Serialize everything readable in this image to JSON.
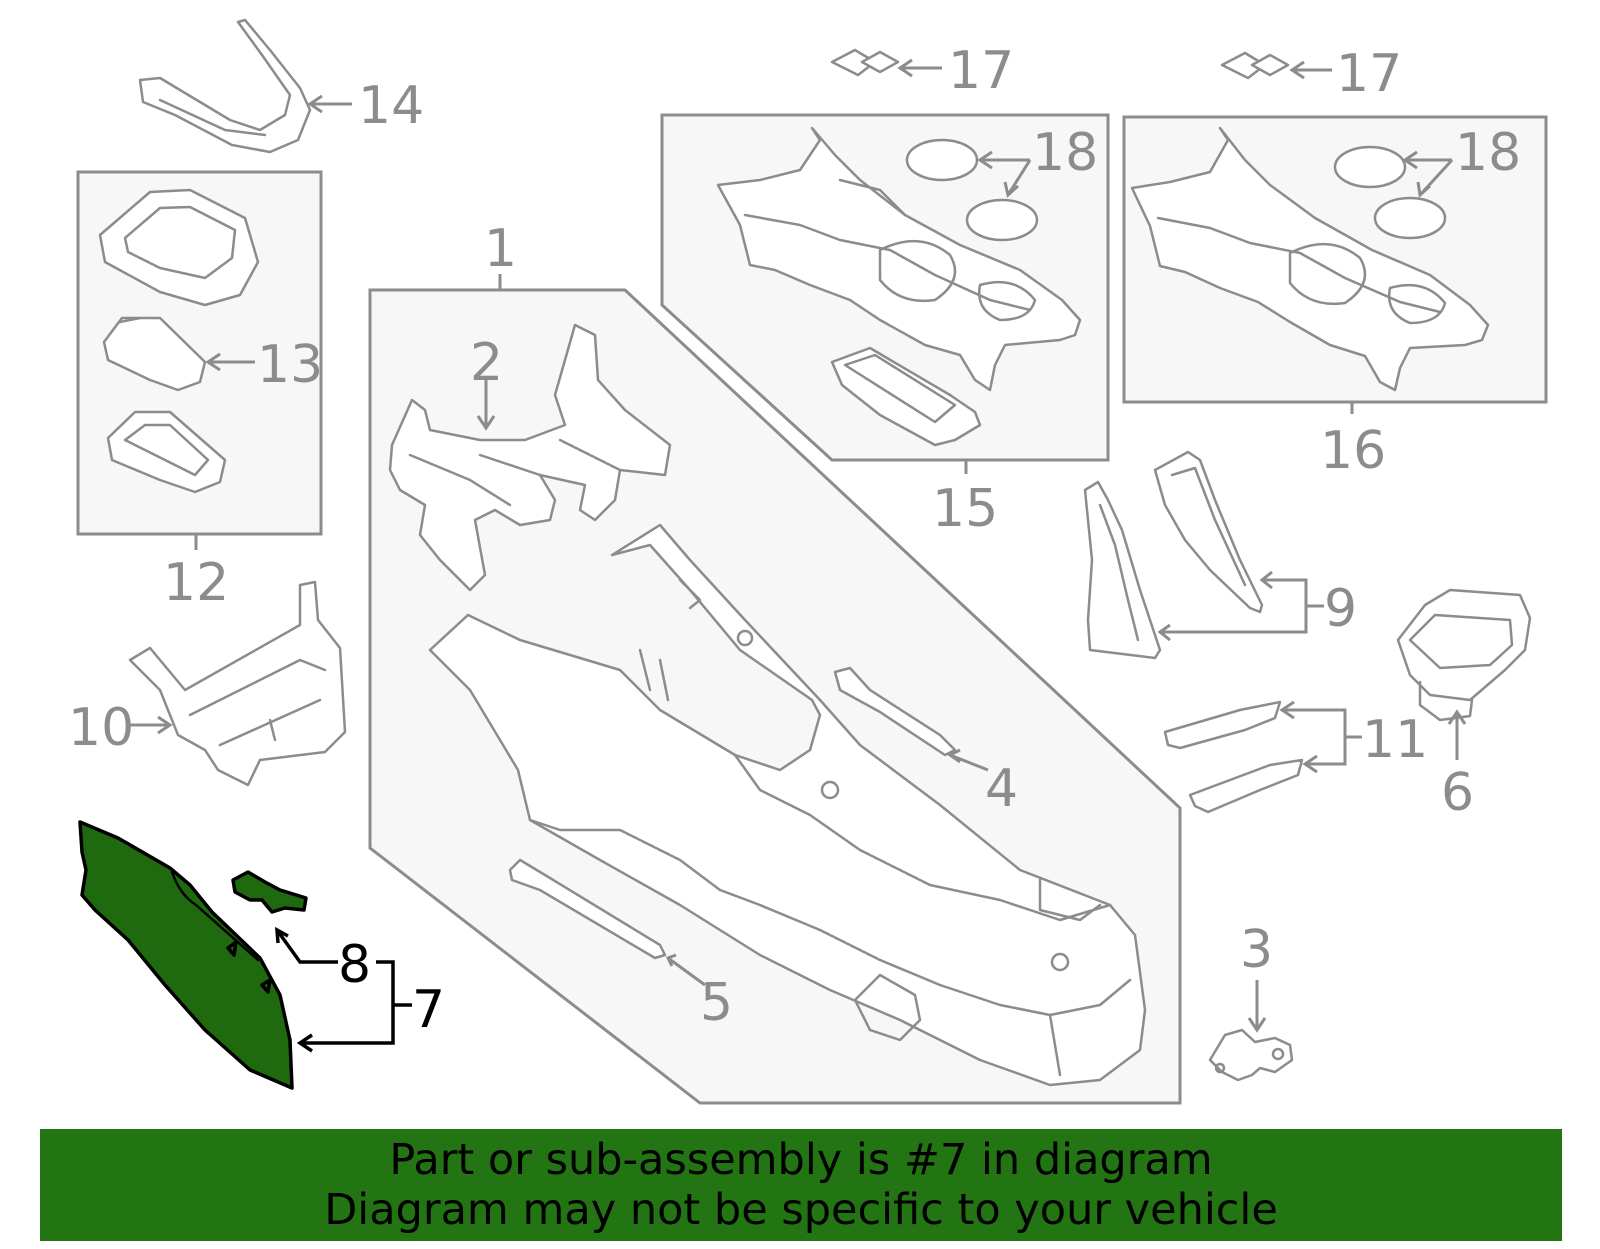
{
  "diagram": {
    "highlight_color": "#1f6a0f",
    "line_color": "#8c8c8c",
    "highlighted_part": "7",
    "callouts": {
      "c1": "1",
      "c2": "2",
      "c3": "3",
      "c4": "4",
      "c5": "5",
      "c6": "6",
      "c7": "7",
      "c8": "8",
      "c9": "9",
      "c10": "10",
      "c11": "11",
      "c12": "12",
      "c13": "13",
      "c14": "14",
      "c15": "15",
      "c16": "16",
      "c17a": "17",
      "c17b": "17",
      "c18a": "18",
      "c18b": "18"
    }
  },
  "banner": {
    "background": "#237514",
    "line1": "Part or sub-assembly is #7 in diagram",
    "line2": "Diagram may not be specific to your vehicle"
  }
}
